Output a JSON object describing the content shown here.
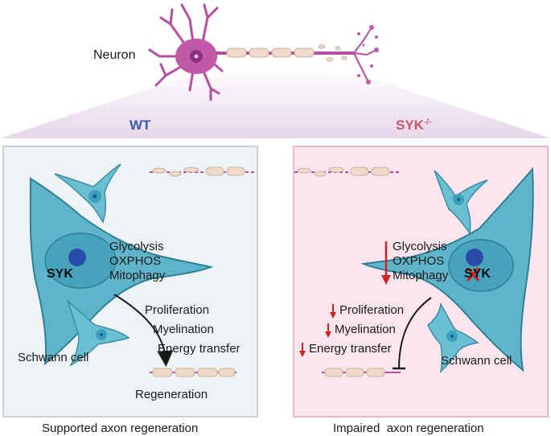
{
  "neuron_label": "Neuron",
  "left_panel": {
    "title": "WT",
    "gene_label": "SYK",
    "metabolic_processes": [
      "Glycolysis",
      "OXPHOS",
      "Mitophagy"
    ],
    "outcomes": [
      "Proliferation",
      "Myelination",
      "Energy transfer"
    ],
    "cell_label": "Schwann cell",
    "result_label": "Regeneration",
    "caption": "Supported axon regeneration"
  },
  "right_panel": {
    "title": "SYK",
    "title_superscript": "-/-",
    "gene_label": "SYK",
    "metabolic_processes": [
      "Glycolysis",
      "OXPHOS",
      "Mitophagy"
    ],
    "outcomes": [
      "Proliferation",
      "Myelination",
      "Energy transfer"
    ],
    "cell_label": "Schwann cell",
    "caption": "Impaired  axon regeneration"
  },
  "colors": {
    "wt_title": "#3a5ba8",
    "ko_title": "#c45a68",
    "left_bg": "#eef4f6",
    "right_bg": "#fbe6ef",
    "neuron": "#b64fa1",
    "schwann": "#5fb4c9",
    "decrease_arrow": "#d42020"
  },
  "icons": [
    "neuron-icon",
    "schwann-cell-icon",
    "axon-icon",
    "down-arrow-icon",
    "knockout-x-icon"
  ]
}
